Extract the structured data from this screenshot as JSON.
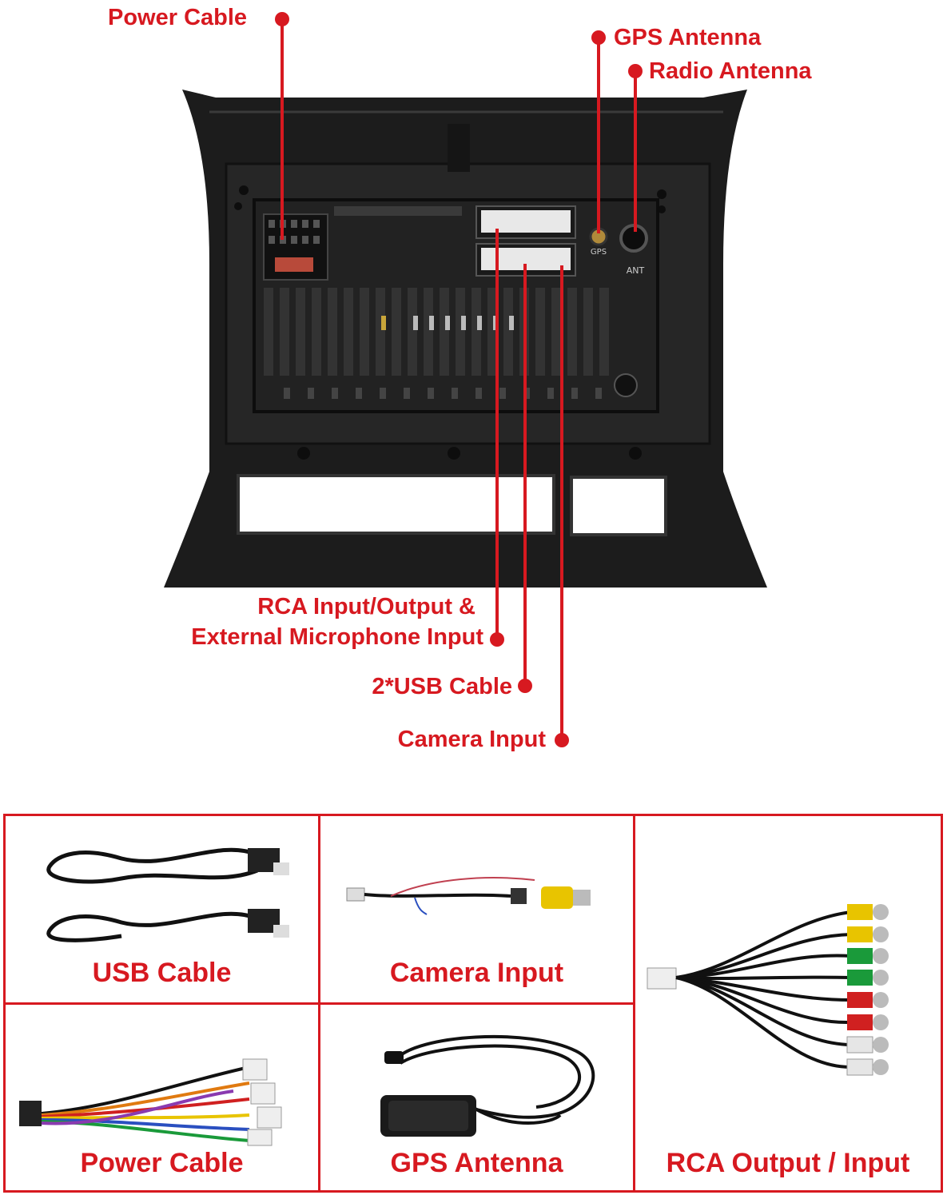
{
  "callouts": {
    "power_cable": "Power Cable",
    "gps_antenna": "GPS Antenna",
    "radio_antenna": "Radio Antenna",
    "rca_line1": "RCA Input/Output &",
    "rca_line2": "External Microphone Input",
    "usb_cable": "2*USB Cable",
    "camera_input": "Camera Input"
  },
  "unit_markings": {
    "gps": "GPS",
    "ant": "ANT"
  },
  "accessories": [
    {
      "title": "USB Cable",
      "icon": "usb-cable-icon"
    },
    {
      "title": "Camera Input",
      "icon": "camera-cable-icon"
    },
    {
      "title": "RCA Output / Input",
      "icon": "rca-cable-icon"
    },
    {
      "title": "Power Cable",
      "icon": "power-harness-icon"
    },
    {
      "title": "GPS Antenna",
      "icon": "gps-antenna-icon"
    }
  ],
  "colors": {
    "accent": "#d71920",
    "frame": "#1a1a1a"
  }
}
